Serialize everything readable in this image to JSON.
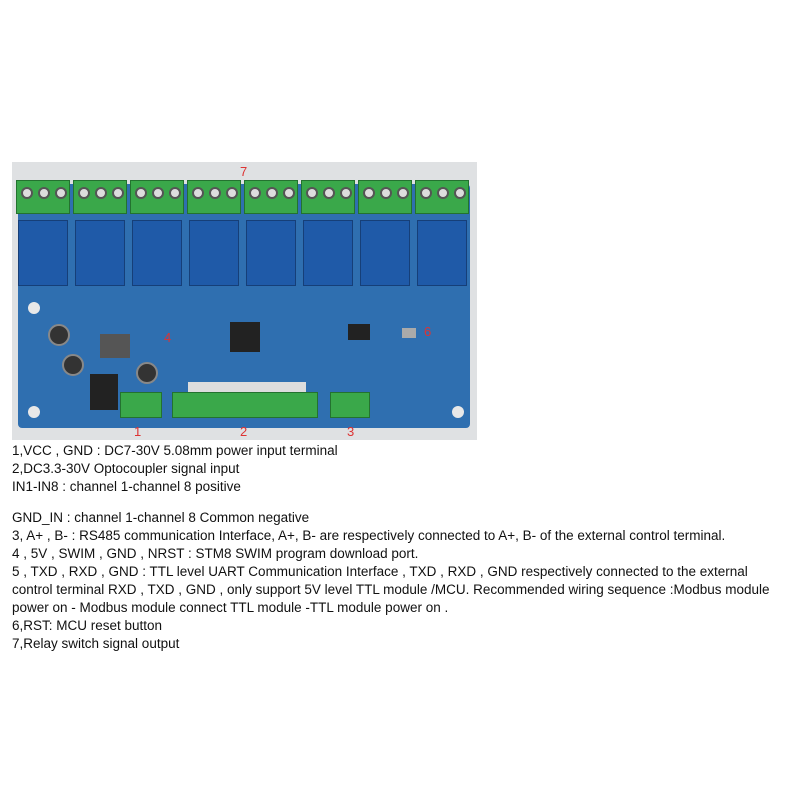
{
  "photo": {
    "labels": {
      "l1": "1",
      "l2": "2",
      "l3": "3",
      "l4": "4",
      "l6": "6",
      "l7": "7"
    },
    "colors": {
      "board": "#2f6fb0",
      "terminal": "#3aa84a",
      "relay": "#1f5aa8",
      "label": "#dd3333"
    }
  },
  "description": {
    "lines": [
      "1,VCC , GND : DC7-30V 5.08mm power input terminal",
      "2,DC3.3-30V Optocoupler signal input",
      "IN1-IN8 :  channel 1-channel 8  positive",
      "",
      "GND_IN : channel 1-channel 8 Common negative",
      "3, A+ , B- : RS485 communication Interface, A+, B- are respectively connected to A+, B- of the external control terminal.",
      "4 , 5V , SWIM , GND , NRST : STM8 SWIM program download port.",
      "5 , TXD , RXD , GND : TTL level  UART Communication Interface , TXD , RXD , GND respectively connected to the external",
      "control terminal RXD , TXD , GND , only support 5V  level TTL module /MCU. Recommended wiring sequence :Modbus module",
      "power  on - Modbus module connect TTL module -TTL module power on .",
      "6,RST: MCU reset button",
      "7,Relay switch signal output"
    ]
  }
}
